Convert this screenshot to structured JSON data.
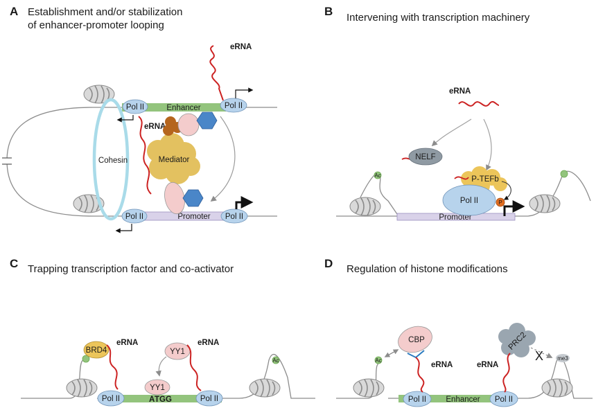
{
  "panel_a": {
    "letter": "A",
    "title_line1": "Establishment and/or stabilization",
    "title_line2": "of enhancer-promoter looping",
    "enhancer": "Enhancer",
    "promoter": "Promoter",
    "cohesin": "Cohesin",
    "mediator": "Mediator",
    "erna": "eRNA",
    "pol_ii": "Pol II"
  },
  "panel_b": {
    "letter": "B",
    "title": "Intervening with transcription machinery",
    "erna": "eRNA",
    "nelf": "NELF",
    "ptefb": "P-TEFb",
    "pol_ii": "Pol II",
    "p": "P",
    "promoter": "Promoter",
    "ac": "Ac"
  },
  "panel_c": {
    "letter": "C",
    "title": "Trapping transcription factor and co-activator",
    "brd4": "BRD4",
    "yy1": "YY1",
    "erna": "eRNA",
    "pol_ii": "Pol II",
    "motif_a": "A",
    "motif_t": "T",
    "motif_gg": "GG",
    "ac": "Ac"
  },
  "panel_d": {
    "letter": "D",
    "title": "Regulation of histone modifications",
    "cbp": "CBP",
    "prc2": "PRC2",
    "erna": "eRNA",
    "enhancer": "Enhancer",
    "pol_ii": "Pol II",
    "ac": "Ac",
    "me3": "me3",
    "block": "X"
  }
}
